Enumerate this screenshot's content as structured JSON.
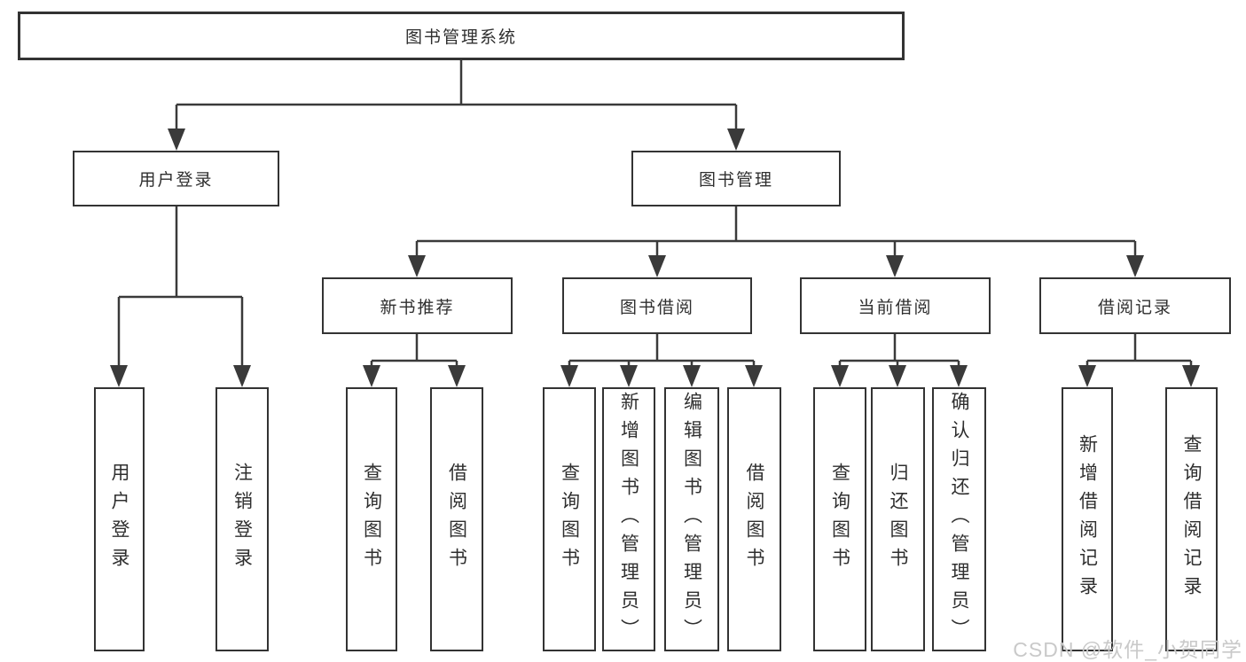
{
  "diagram_type": "hierarchy-tree",
  "colors": {
    "background": "#ffffff",
    "line": "#3a3a3a",
    "box_border": "#333333",
    "text": "#2f2f2f",
    "watermark": "#c9c9c9"
  },
  "tree": {
    "root": {
      "label": "图书管理系统"
    },
    "branches": [
      {
        "label": "用户登录",
        "leaves": [
          "用户登录",
          "注销登录"
        ]
      },
      {
        "label": "图书管理",
        "groups": [
          {
            "label": "新书推荐",
            "leaves": [
              "查询图书",
              "借阅图书"
            ]
          },
          {
            "label": "图书借阅",
            "leaves": [
              "查询图书",
              "新增图书（管理员）",
              "编辑图书（管理员）",
              "借阅图书"
            ]
          },
          {
            "label": "当前借阅",
            "leaves": [
              "查询图书",
              "归还图书",
              "确认归还（管理员）"
            ]
          },
          {
            "label": "借阅记录",
            "leaves": [
              "新增借阅记录",
              "查询借阅记录"
            ]
          }
        ]
      }
    ]
  },
  "watermark": {
    "text": "CSDN @软件_小贺同学"
  }
}
